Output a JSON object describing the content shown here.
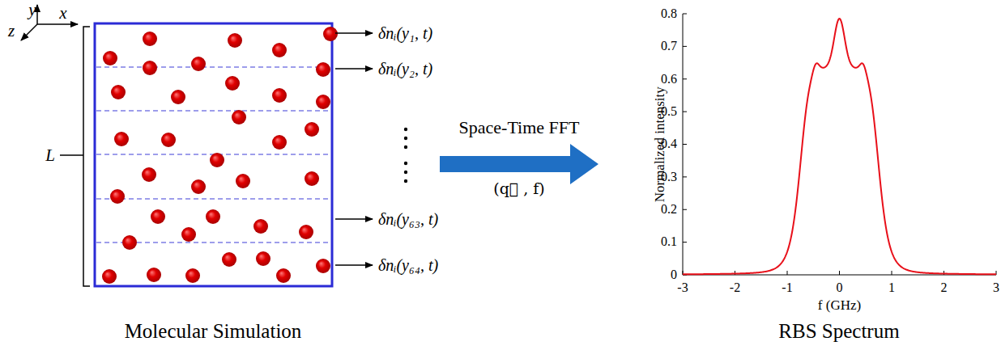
{
  "diagram": {
    "nodes": [
      {
        "text": [
          "Molecular Simulation"
        ]
      },
      {
        "text": [
          "RBS Spectrum"
        ]
      }
    ],
    "edges": [
      {
        "from": 0,
        "to": 1,
        "arrow": "to",
        "label": "Space-Time FFT"
      }
    ],
    "labels": [
      "y",
      "x",
      "z",
      "L",
      "δnᵢ(y₁, t)",
      "δnᵢ(y₂, t)",
      "δnᵢ(y₆₃, t)",
      "δnᵢ(y₆₄, t)",
      "(q⃗ , f)",
      "0.8",
      "0.7",
      "0.6",
      "0.5",
      "0.4",
      "0.3",
      "0.2",
      "0.1",
      "0",
      "-3",
      "-2",
      "-1",
      "0",
      "1",
      "2",
      "3",
      "Normalized intensity",
      "f (GHz)"
    ]
  }
}
